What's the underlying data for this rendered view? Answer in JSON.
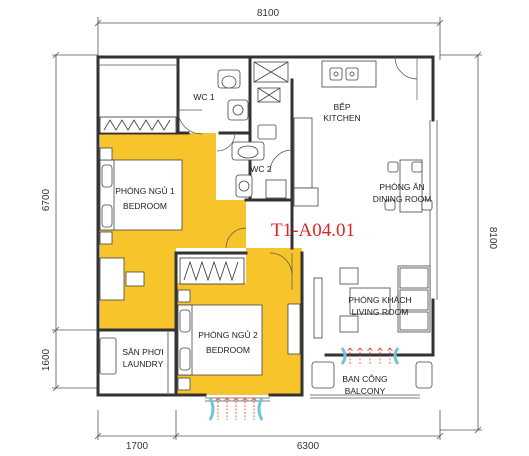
{
  "dimensions": {
    "top_width": "8100",
    "left_height": "6700",
    "right_height": "8100",
    "left_lower_height": "1600",
    "bottom_left_width": "1700",
    "bottom_right_width": "6300"
  },
  "unit_code": "T1-A04.01",
  "rooms": {
    "wc1": "WC 1",
    "wc2": "WC 2",
    "kitchen": {
      "line1": "BẾP",
      "line2": "KITCHEN"
    },
    "bedroom1": {
      "line1": "PHÒNG NGỦ 1",
      "line2": "BEDROOM"
    },
    "bedroom2": {
      "line1": "PHÒNG NGỦ 2",
      "line2": "BEDROOM"
    },
    "dining": {
      "line1": "PHÒNG ĂN",
      "line2": "DINING ROOM"
    },
    "living": {
      "line1": "PHÒNG KHÁCH",
      "line2": "LIVING ROOM"
    },
    "laundry": {
      "line1": "SÂN PHƠI",
      "line2": "LAUNDRY"
    },
    "balcony": {
      "line1": "BAN CÔNG",
      "line2": "BALCONY"
    }
  },
  "colors": {
    "bedroom_fill": "#f7c52b",
    "wall": "#333333",
    "unit_code": "#e02424",
    "airflow_arrow": "#e8574a",
    "airflow_swirl": "#6ec6d8"
  }
}
